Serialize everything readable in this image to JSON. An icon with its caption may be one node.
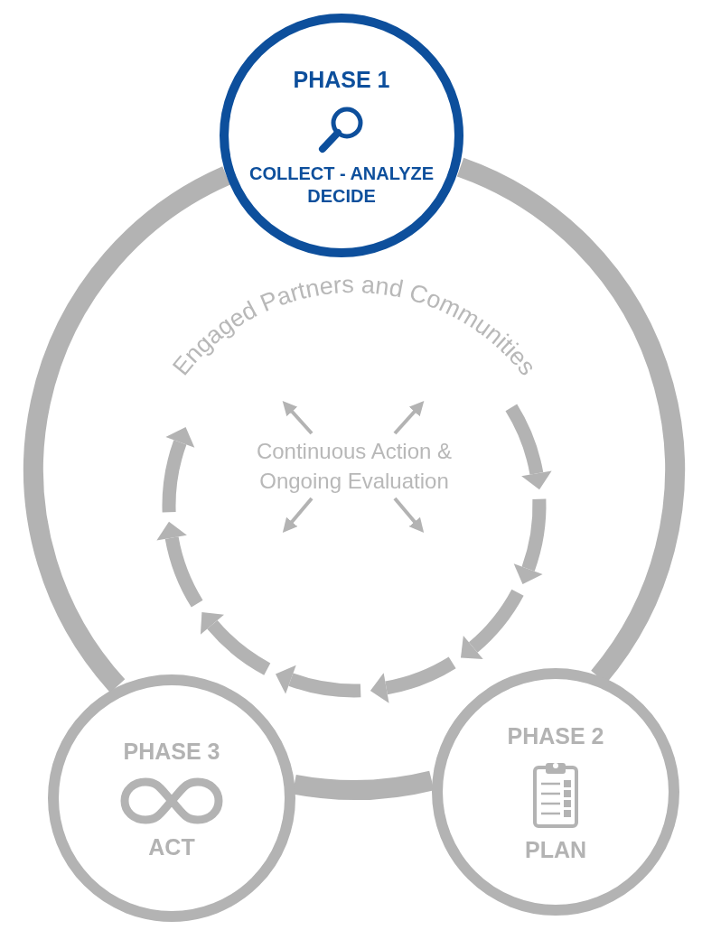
{
  "diagram": {
    "nodes": [
      {
        "text": [
          "PHASE 1",
          "COLLECT - ANALYZE DECIDE"
        ]
      },
      {
        "text": [
          "PHASE 2",
          "PLAN"
        ]
      },
      {
        "text": [
          "PHASE 3",
          "ACT"
        ]
      },
      {
        "text": [
          "Continuous Action & Ongoing Evaluation"
        ]
      }
    ],
    "edges": [
      {
        "from": 0,
        "to": 1,
        "arrow": "none",
        "style": "thick"
      },
      {
        "from": 1,
        "to": 2,
        "arrow": "none",
        "style": "thick"
      },
      {
        "from": 2,
        "to": 0,
        "arrow": "none",
        "style": "thick"
      },
      {
        "from": 3,
        "to": null,
        "arrow": "to"
      },
      {
        "from": 3,
        "to": null,
        "arrow": "to"
      },
      {
        "from": 3,
        "to": null,
        "arrow": "to"
      },
      {
        "from": 3,
        "to": null,
        "arrow": "to"
      }
    ],
    "labels": [
      "Engaged Partners and Communities"
    ]
  }
}
